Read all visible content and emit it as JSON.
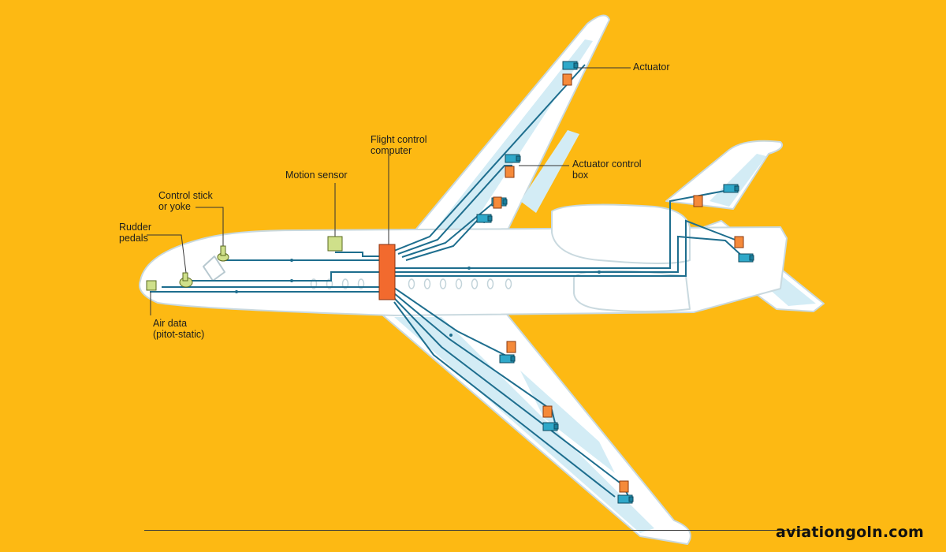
{
  "labels": {
    "actuator": "Actuator",
    "actuator_control_box": [
      "Actuator control",
      "box"
    ],
    "flight_control_computer": [
      "Flight control",
      "computer"
    ],
    "motion_sensor": "Motion sensor",
    "control_stick": [
      "Control stick",
      "or yoke"
    ],
    "rudder_pedals": [
      "Rudder",
      "pedals"
    ],
    "air_data": [
      "Air data",
      "(pitot-static)"
    ]
  },
  "watermark": "aviationgoln.com",
  "colors": {
    "background": "#FDB913",
    "fuselage": "#FFFFFF",
    "wing_panel": "#D3ECF5",
    "wiring": "#1E6E8E",
    "computer": "#F26A2E",
    "actuator": "#2FA8C9",
    "control_box": "#F58A3A",
    "sensor": "#CFE08A"
  }
}
